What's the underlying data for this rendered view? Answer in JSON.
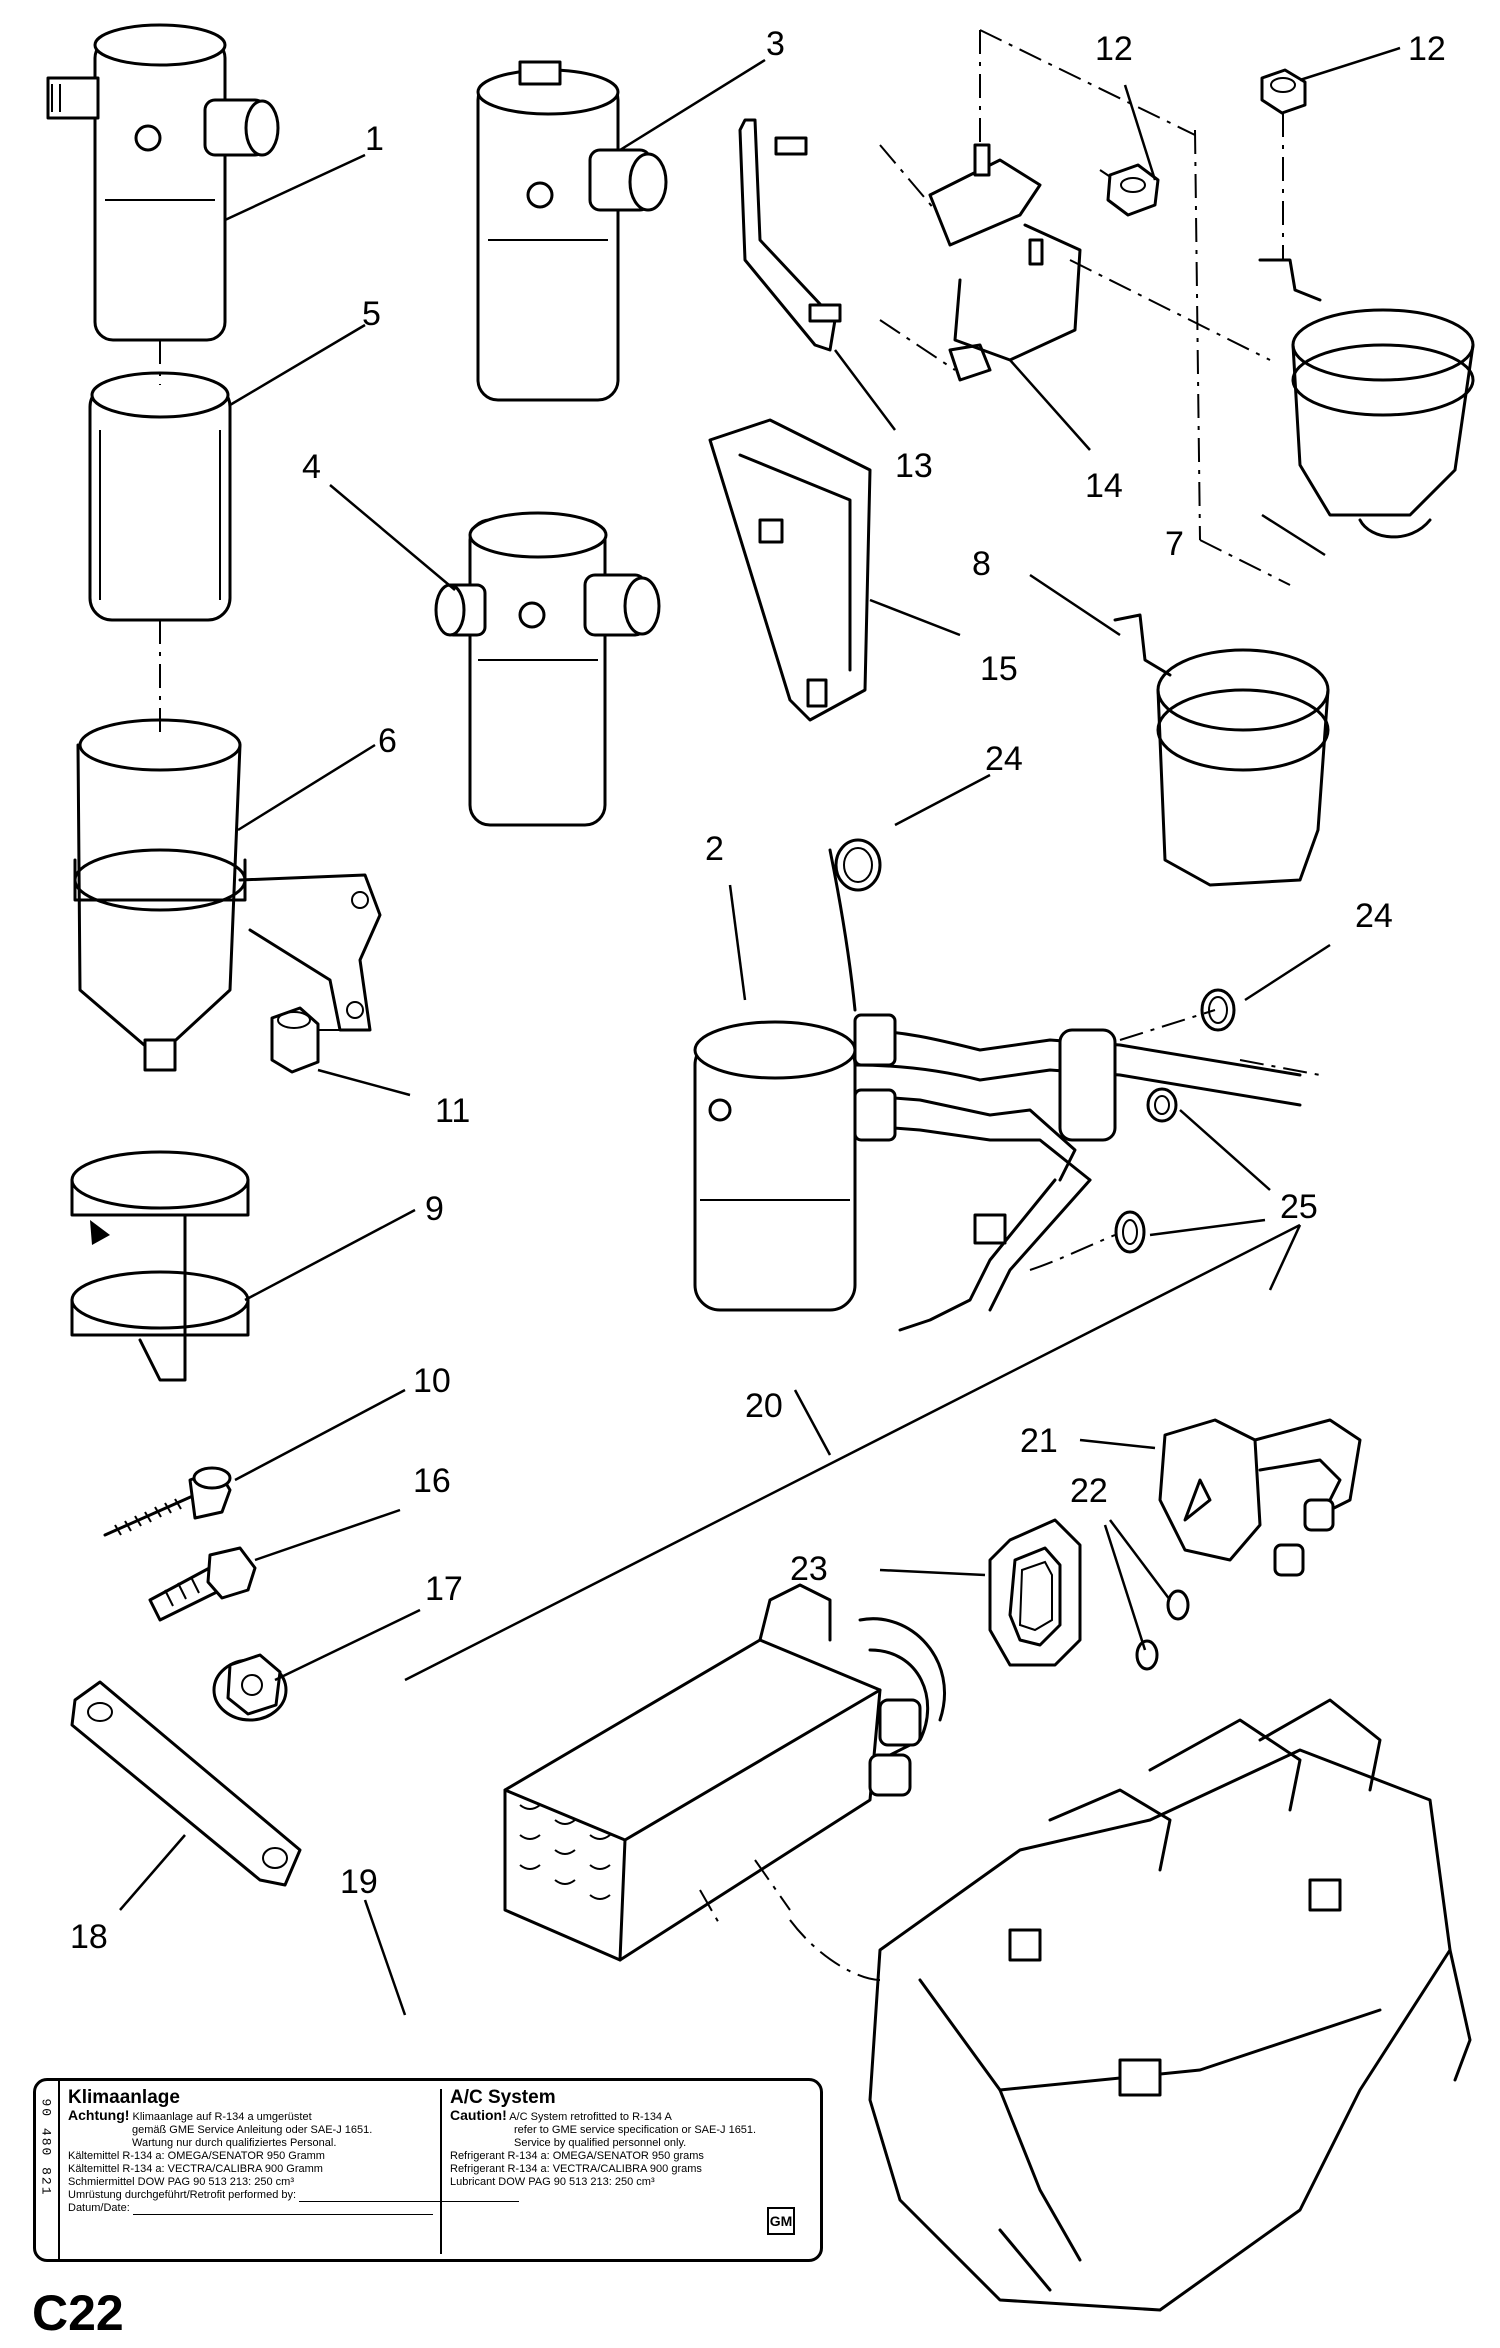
{
  "callouts": {
    "c1": "1",
    "c2": "2",
    "c3": "3",
    "c4": "4",
    "c5": "5",
    "c6": "6",
    "c7": "7",
    "c8": "8",
    "c9": "9",
    "c10": "10",
    "c11": "11",
    "c12a": "12",
    "c12b": "12",
    "c13": "13",
    "c14": "14",
    "c15": "15",
    "c16": "16",
    "c17": "17",
    "c18": "18",
    "c19": "19",
    "c20": "20",
    "c21": "21",
    "c22": "22",
    "c23": "23",
    "c24a": "24",
    "c24b": "24",
    "c25": "25"
  },
  "label": {
    "side_code": "90 480 821",
    "de": {
      "title": "Klimaanlage",
      "warn_head": "Achtung!",
      "warn_text": "Klimaanlage auf R-134 a umgerüstet",
      "line1": "gemäß GME Service Anleitung oder SAE-J 1651.",
      "line2": "Wartung nur durch qualifiziertes Personal.",
      "line3": "Kältemittel R-134 a: OMEGA/SENATOR 950 Gramm",
      "line4": "Kältemittel R-134 a: VECTRA/CALIBRA  900 Gramm",
      "line5": "Schmiermittel DOW PAG 90 513 213:      250 cm³",
      "line6": "Umrüstung durchgeführt/Retrofit performed by:",
      "line7": "Datum/Date:"
    },
    "en": {
      "title": "A/C System",
      "warn_head": "Caution!",
      "warn_text": "A/C System retrofitted to R-134 A",
      "line1": "refer to GME service specification or SAE-J 1651.",
      "line2": "Service by qualified personnel only.",
      "line3": "Refrigerant R-134 a: OMEGA/SENATOR 950 grams",
      "line4": "Refrigerant R-134 a: VECTRA/CALIBRA  900 grams",
      "line5": "Lubricant DOW PAG 90 513 213:          250 cm³"
    },
    "logo": "GM"
  },
  "page_ref": "C22"
}
